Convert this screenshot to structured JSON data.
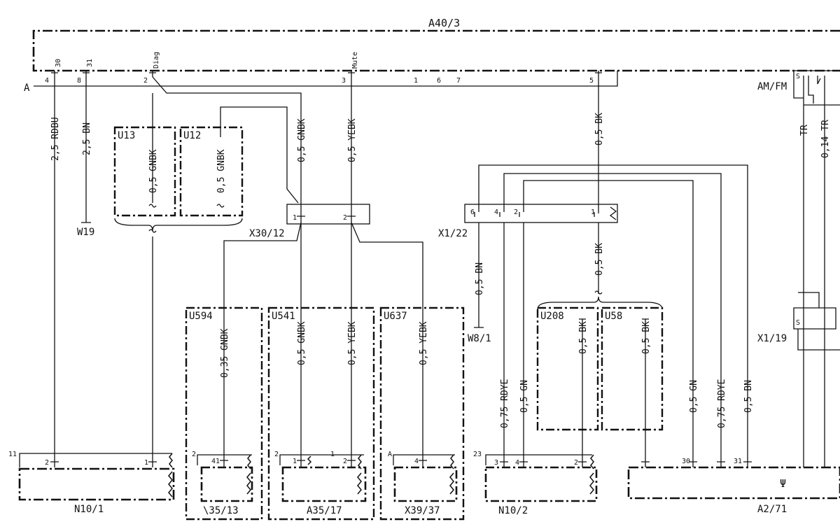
{
  "components": {
    "a40_3": "A40/3",
    "w19": "W19",
    "x30_12": "X30/12",
    "x1_22": "X1/22",
    "w8_1": "W8/1",
    "am_fm": "AM/FM",
    "x1_19": "X1/19",
    "n10_1": "N10/1",
    "n35_13": "\\35/13",
    "a35_17": "A35/17",
    "x39_37": "X39/37",
    "n10_2": "N10/2",
    "a2_71": "A2/71",
    "u13": "U13",
    "u12": "U12",
    "u594": "U594",
    "u541": "U541",
    "u637": "U637",
    "u208": "U208",
    "u58": "U58"
  },
  "connector_A": {
    "label": "A",
    "pins": [
      "4",
      "8",
      "2",
      "3",
      "1",
      "6",
      "7",
      "5"
    ],
    "pin_tags": [
      "30",
      "31",
      "Diag",
      "Mute"
    ]
  },
  "wires": {
    "rdbu_25": "2,5 RDBU",
    "bn_25": "2,5 BN",
    "gnbk_u13": "0,5 GNBK",
    "gnbk_u12": "0,5 GNBK",
    "gnbk_top": "0,5 GNBK",
    "yebk_top": "0,5 YEBK",
    "bk_top": "0,5 BK",
    "tr_left": "TR",
    "tr_right": "0,14 TR",
    "gnbk_u594": "0,35 GNBK",
    "gnbk_u541": "0,5 GNBK",
    "yebk_u541": "0,5 YEBK",
    "yebk_u637": "0,5 YEBK",
    "bn_w8": "0,5 BN",
    "bk_mid": "0,5 BK",
    "rdye_left": "0,75 RDYE",
    "gn_left": "0,5 GN",
    "bk_u208": "0,5 BK",
    "bk_u58": "0,5 BK",
    "gn_right": "0,5 GN",
    "rdye_right": "0,75 RDYE",
    "bn_right": "0,5 BN"
  },
  "x30_12_pins": [
    "1",
    "2"
  ],
  "x1_22_pins": [
    "6",
    "4",
    "2",
    "1"
  ],
  "bottom_pins": {
    "n10_1": [
      "11",
      "2",
      "1"
    ],
    "n35_13": [
      "2",
      "41"
    ],
    "a35_17": [
      "2",
      "1",
      "1",
      "2"
    ],
    "x39_37": [
      "A",
      "4"
    ],
    "n10_2": [
      "23",
      "3",
      "4",
      "2"
    ],
    "a2_71": [
      "30",
      "31"
    ]
  },
  "shield_mark": "S",
  "antenna_symbol": "Ψ",
  "colors": {
    "line": "#111111",
    "background": "#ffffff"
  }
}
